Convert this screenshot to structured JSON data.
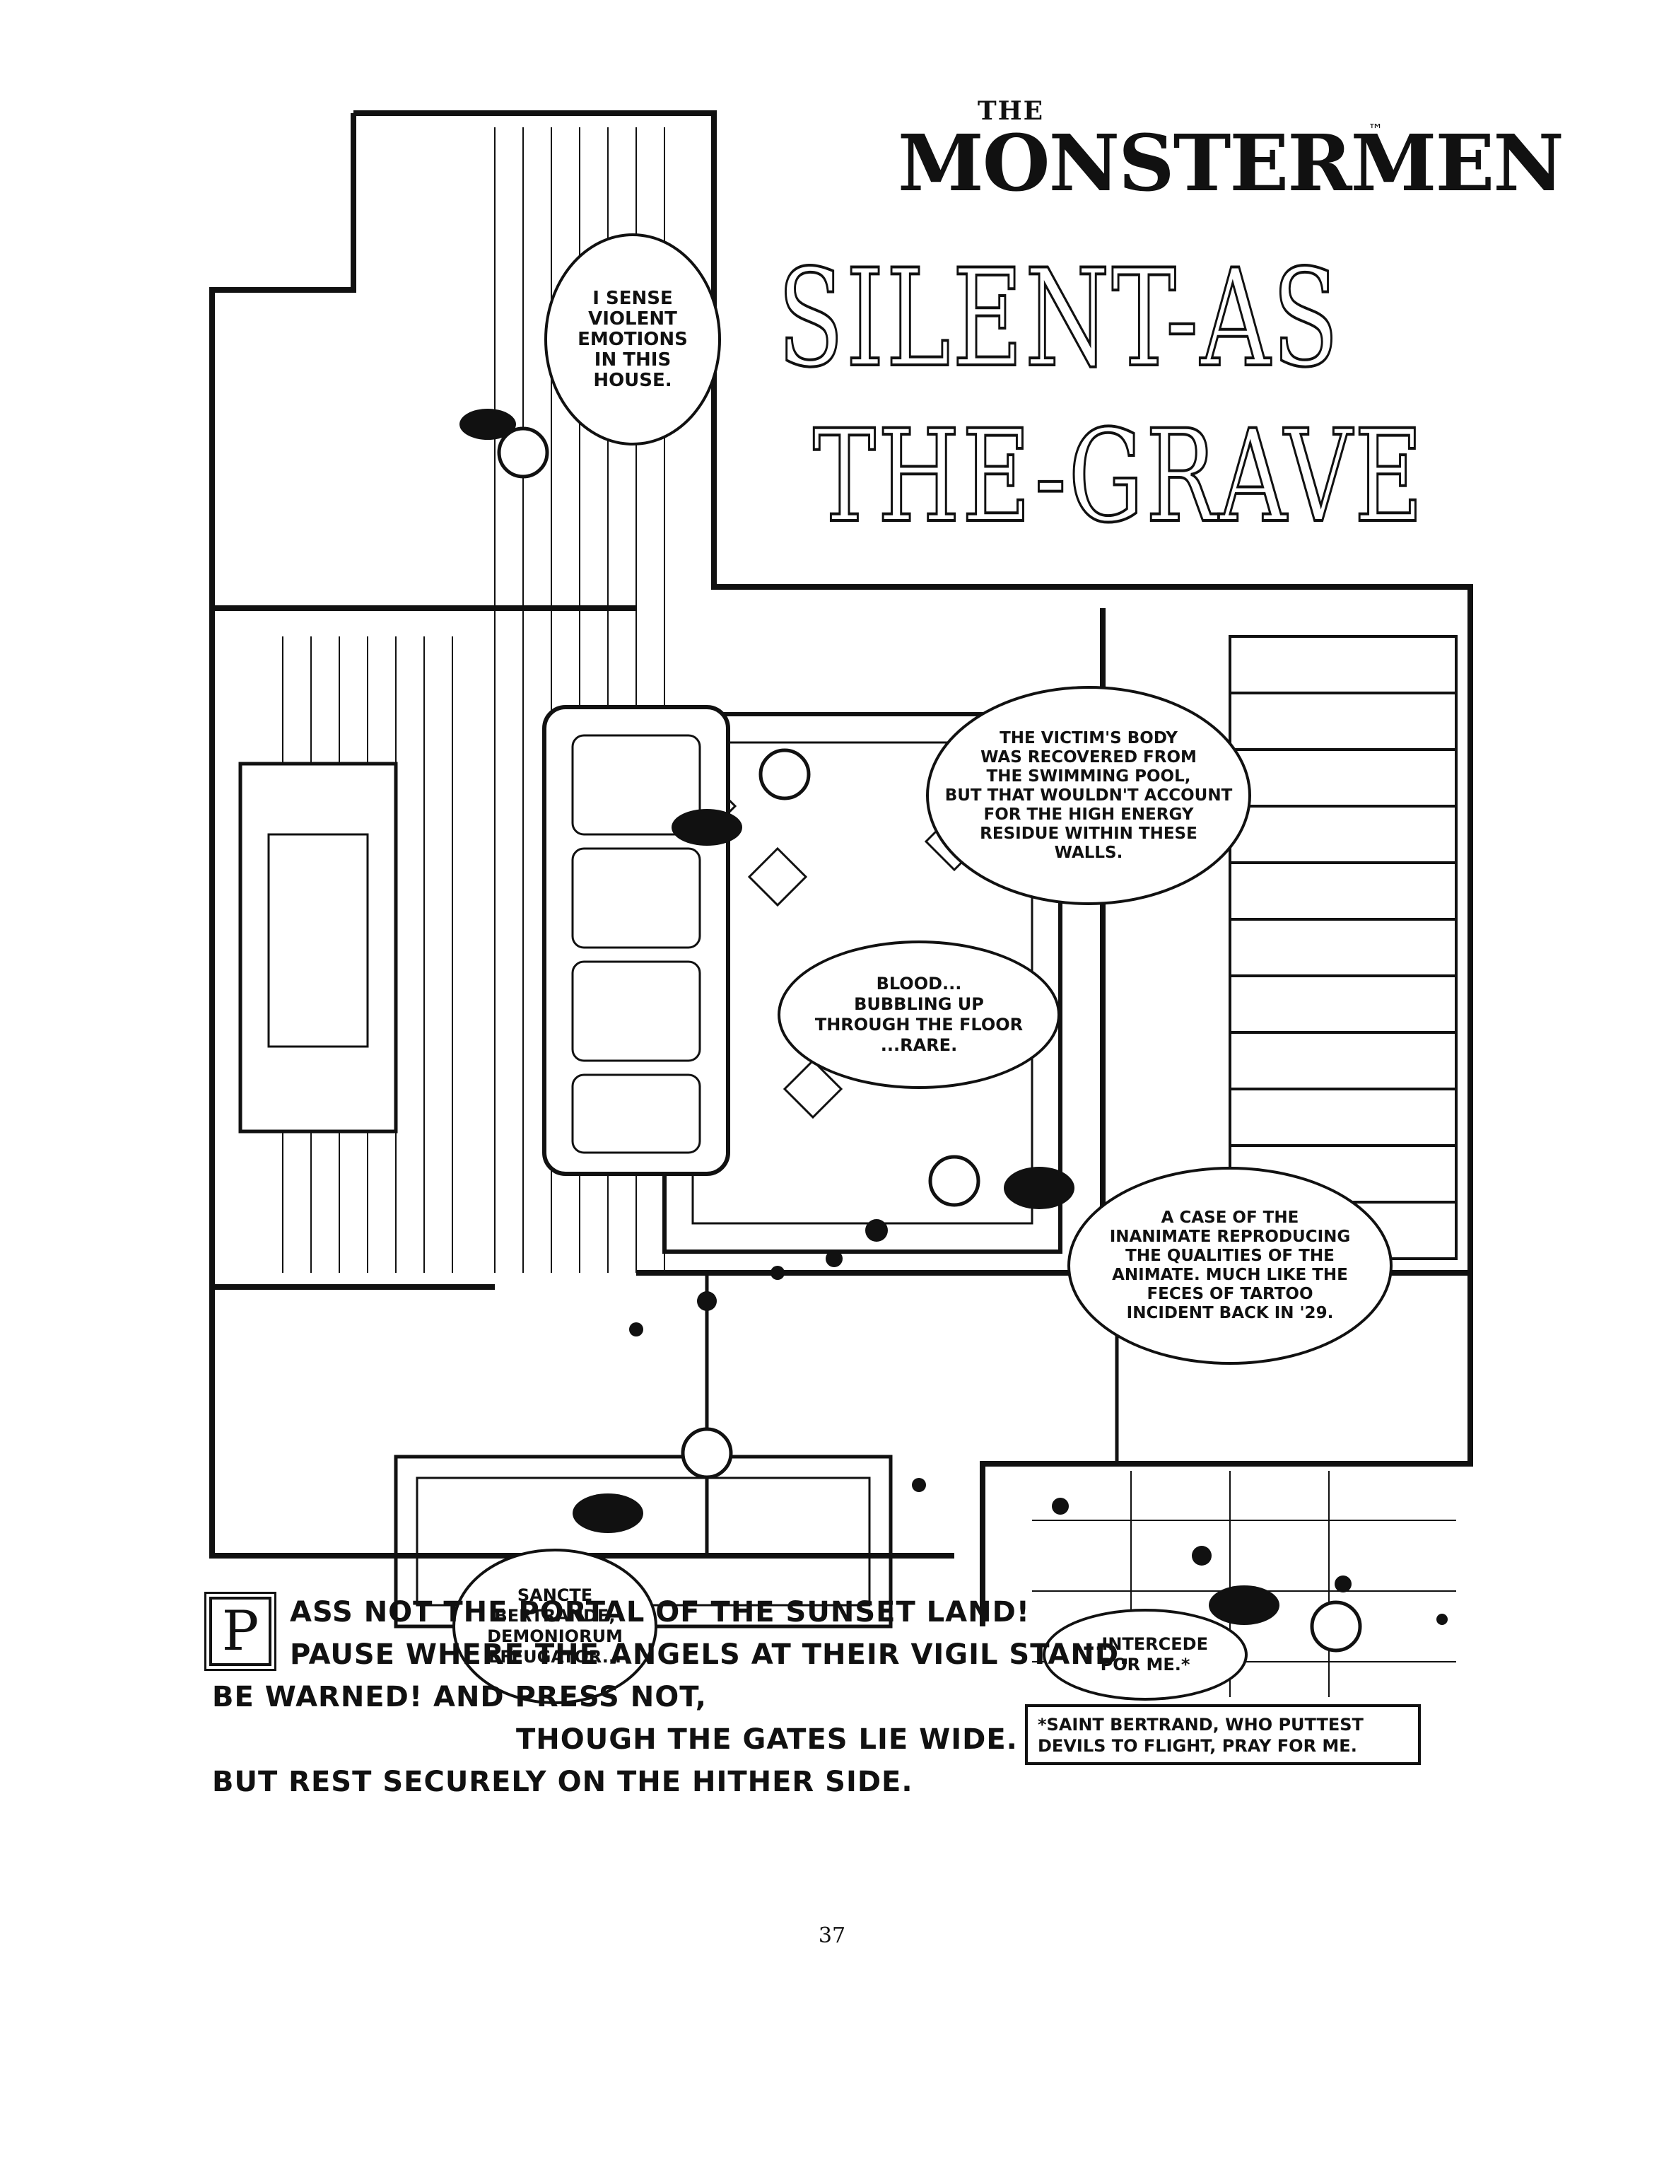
{
  "logo": {
    "the": "THE",
    "name": "MONSTERMEN",
    "tm": "™"
  },
  "title": {
    "line1": "SILENT-AS",
    "line2": "THE-GRAVE"
  },
  "balloons": [
    "I SENSE\nVIOLENT\nEMOTIONS\nIN THIS\nHOUSE.",
    "THE VICTIM'S BODY\nWAS RECOVERED FROM\nTHE SWIMMING POOL,\nBUT THAT WOULDN'T ACCOUNT\nFOR THE HIGH ENERGY\nRESIDUE WITHIN THESE\nWALLS.",
    "BLOOD...\nBUBBLING UP\nTHROUGH THE FLOOR\n...RARE.",
    "A CASE OF THE\nINANIMATE REPRODUCING\nTHE QUALITIES OF THE\nANIMATE. MUCH LIKE THE\nFECES OF TARTOO\nINCIDENT BACK IN '29.",
    "SANCTE\nBERTRANDE,\nDEMONIORUM\nEFFUGATOR...",
    "...INTERCEDE\nPOR ME.*"
  ],
  "poem": {
    "dropcap": "P",
    "line1": "ASS NOT THE PORTAL OF THE SUNSET LAND!",
    "line2": "PAUSE WHERE THE ANGELS AT THEIR VIGIL STAND.",
    "line3": "BE WARNED! AND PRESS NOT,",
    "line4": "THOUGH THE GATES LIE WIDE.",
    "line5": "BUT REST SECURELY ON THE HITHER SIDE."
  },
  "footnote": "*SAINT BERTRAND, WHO PUTTEST DEVILS TO FLIGHT, PRAY FOR ME.",
  "page_number": "37"
}
